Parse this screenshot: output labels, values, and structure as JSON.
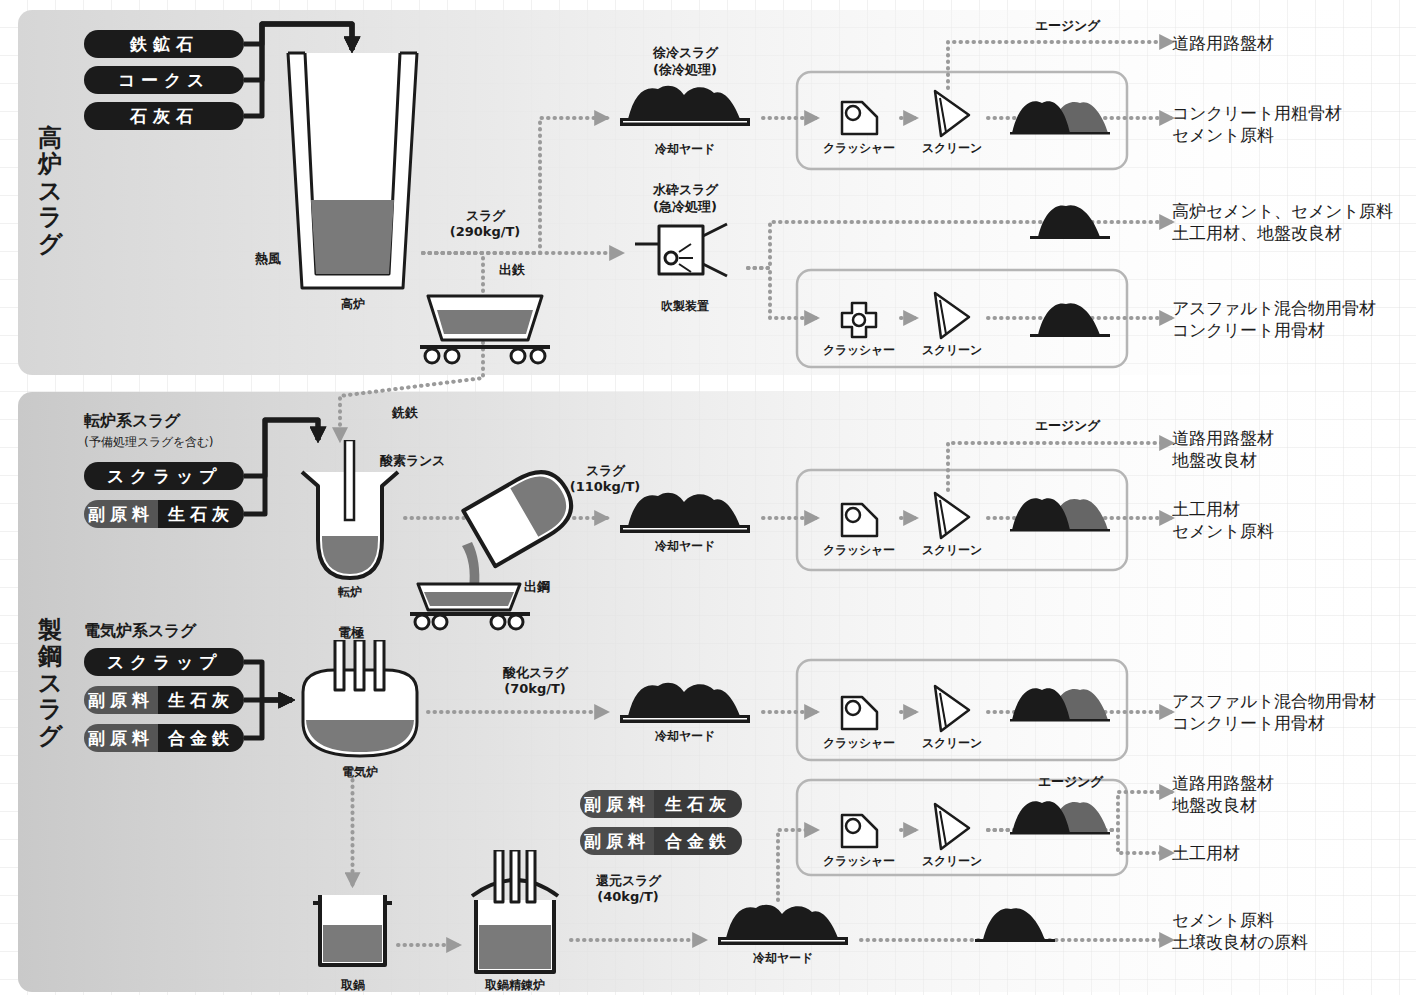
{
  "diagram": {
    "nodes": [
      {
        "text": [
          "高炉スラグ"
        ]
      },
      {
        "text": [
          "鉄鉱石"
        ],
        "in": 0
      },
      {
        "text": [
          "コークス"
        ],
        "in": 0
      },
      {
        "text": [
          "石灰石"
        ],
        "in": 0
      },
      {
        "text": [
          "高炉"
        ],
        "in": 0
      },
      {
        "text": [
          "徐冷スラグ",
          "(徐冷処理)",
          "冷却ヤード"
        ],
        "in": 0
      },
      {
        "text": [
          "クラッシャー"
        ],
        "in": 0
      },
      {
        "text": [
          "スクリーン"
        ],
        "in": 0
      },
      {
        "text": [
          "道路用路盤材"
        ],
        "in": 0
      },
      {
        "text": [
          "コンクリート用粗骨材",
          "セメント原料"
        ],
        "in": 0
      },
      {
        "text": [
          "水砕スラグ",
          "(急冷処理)",
          "吹製装置"
        ],
        "in": 0
      },
      {
        "text": [
          "高炉セメント、セメント原料",
          "土工用材、地盤改良材"
        ],
        "in": 0
      },
      {
        "text": [
          "クラッシャー"
        ],
        "in": 0
      },
      {
        "text": [
          "スクリーン"
        ],
        "in": 0
      },
      {
        "text": [
          "アスファルト混合物用骨材",
          "コンクリート用骨材"
        ],
        "in": 0
      },
      {
        "text": [
          "製鋼スラグ"
        ]
      },
      {
        "text": [
          "スクラップ"
        ],
        "in": 15
      },
      {
        "text": [
          "副原料",
          "生石灰"
        ],
        "in": 15
      },
      {
        "text": [
          "転炉"
        ],
        "in": 15
      },
      {
        "text": [
          "冷却ヤード"
        ],
        "in": 15
      },
      {
        "text": [
          "クラッシャー"
        ],
        "in": 15
      },
      {
        "text": [
          "スクリーン"
        ],
        "in": 15
      },
      {
        "text": [
          "道路用路盤材",
          "地盤改良材"
        ],
        "in": 15
      },
      {
        "text": [
          "土工用材",
          "セメント原料"
        ],
        "in": 15
      },
      {
        "text": [
          "スクラップ"
        ],
        "in": 15
      },
      {
        "text": [
          "副原料",
          "生石灰"
        ],
        "in": 15
      },
      {
        "text": [
          "副原料",
          "合金鉄"
        ],
        "in": 15
      },
      {
        "text": [
          "電気炉"
        ],
        "in": 15
      },
      {
        "text": [
          "冷却ヤード"
        ],
        "in": 15
      },
      {
        "text": [
          "クラッシャー"
        ],
        "in": 15
      },
      {
        "text": [
          "スクリーン"
        ],
        "in": 15
      },
      {
        "text": [
          "アスファルト混合物用骨材",
          "コンクリート用骨材"
        ],
        "in": 15
      },
      {
        "text": [
          "取鍋"
        ],
        "in": 15
      },
      {
        "text": [
          "副原料",
          "生石灰"
        ],
        "in": 15
      },
      {
        "text": [
          "副原料",
          "合金鉄"
        ],
        "in": 15
      },
      {
        "text": [
          "取鍋精錬炉"
        ],
        "in": 15
      },
      {
        "text": [
          "冷却ヤード"
        ],
        "in": 15
      },
      {
        "text": [
          "クラッシャー"
        ],
        "in": 15
      },
      {
        "text": [
          "スクリーン"
        ],
        "in": 15
      },
      {
        "text": [
          "道路用路盤材",
          "地盤改良材"
        ],
        "in": 15
      },
      {
        "text": [
          "土工用材"
        ],
        "in": 15
      },
      {
        "text": [
          "セメント原料",
          "土壌改良材の原料"
        ],
        "in": 15
      }
    ],
    "edges": [
      {
        "from": 1,
        "to": 4,
        "arrow": "to"
      },
      {
        "from": 2,
        "to": 4,
        "arrow": "to"
      },
      {
        "from": 3,
        "to": 4,
        "arrow": "to"
      },
      {
        "from": 4,
        "to": 5,
        "arrow": "to"
      },
      {
        "from": 4,
        "to": 10,
        "label": "スラグ (290kg/T)",
        "arrow": "to"
      },
      {
        "from": 4,
        "to": 18,
        "label": "出鉄",
        "arrow": "to"
      },
      {
        "from": 5,
        "to": 6,
        "arrow": "to"
      },
      {
        "from": 6,
        "to": 7,
        "arrow": "to"
      },
      {
        "from": 7,
        "to": 8,
        "label": "エージング",
        "arrow": "to"
      },
      {
        "from": 7,
        "to": 9,
        "arrow": "to"
      },
      {
        "from": 10,
        "to": 11,
        "arrow": "to"
      },
      {
        "from": 10,
        "to": 12,
        "arrow": "to"
      },
      {
        "from": 12,
        "to": 13,
        "arrow": "to"
      },
      {
        "from": 13,
        "to": 14,
        "arrow": "to"
      },
      {
        "from": 16,
        "to": 18,
        "arrow": "to"
      },
      {
        "from": 17,
        "to": 18,
        "arrow": "to"
      },
      {
        "from": 18,
        "to": 19,
        "label": "スラグ (110kg/T)",
        "arrow": "to"
      },
      {
        "from": 19,
        "to": 20,
        "arrow": "to"
      },
      {
        "from": 20,
        "to": 21,
        "arrow": "to"
      },
      {
        "from": 21,
        "to": 22,
        "label": "エージング",
        "arrow": "to"
      },
      {
        "from": 21,
        "to": 23,
        "arrow": "to"
      },
      {
        "from": 24,
        "to": 27,
        "arrow": "to"
      },
      {
        "from": 25,
        "to": 27,
        "arrow": "to"
      },
      {
        "from": 26,
        "to": 27,
        "arrow": "to"
      },
      {
        "from": 27,
        "to": 28,
        "label": "酸化スラグ (70kg/T)",
        "arrow": "to"
      },
      {
        "from": 28,
        "to": 29,
        "arrow": "to"
      },
      {
        "from": 29,
        "to": 30,
        "arrow": "to"
      },
      {
        "from": 30,
        "to": 31,
        "arrow": "to"
      },
      {
        "from": 27,
        "to": 32,
        "arrow": "to"
      },
      {
        "from": 32,
        "to": 35,
        "arrow": "to"
      },
      {
        "from": 35,
        "to": 36,
        "label": "還元スラグ (40kg/T)",
        "arrow": "to"
      },
      {
        "from": 36,
        "to": 37,
        "arrow": "to"
      },
      {
        "from": 37,
        "to": 38,
        "arrow": "to"
      },
      {
        "from": 38,
        "to": 39,
        "label": "エージング",
        "arrow": "to"
      },
      {
        "from": 38,
        "to": 40,
        "arrow": "to"
      },
      {
        "from": 36,
        "to": 41,
        "arrow": "to"
      }
    ],
    "labels": [
      "熱風",
      "銑鉄",
      "転炉系スラグ",
      "(予備処理スラグを含む)",
      "酸素ランス",
      "出鋼",
      "電気炉系スラグ",
      "電極"
    ]
  }
}
